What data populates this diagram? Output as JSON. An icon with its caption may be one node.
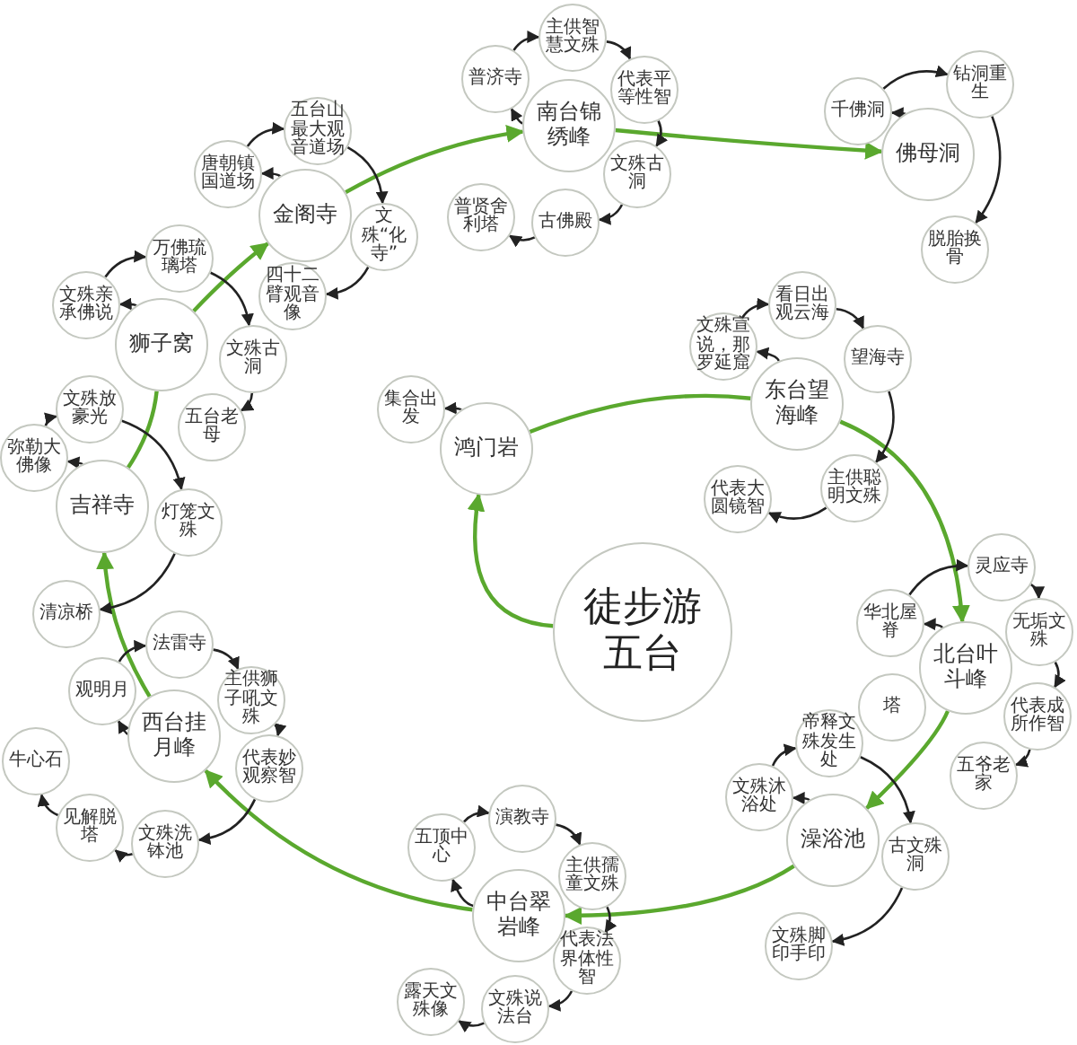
{
  "diagram": {
    "nodes": [
      {
        "text": [
          "徒步游五台"
        ]
      },
      {
        "text": [
          "鸿门岩"
        ]
      },
      {
        "text": [
          "集合出发"
        ]
      },
      {
        "text": [
          "东台望海峰"
        ]
      },
      {
        "text": [
          "文殊宣说，那罗延窟"
        ]
      },
      {
        "text": [
          "看日出观云海"
        ]
      },
      {
        "text": [
          "望海寺"
        ]
      },
      {
        "text": [
          "主供聪明文殊"
        ]
      },
      {
        "text": [
          "代表大圆镜智"
        ]
      },
      {
        "text": [
          "北台叶斗峰"
        ]
      },
      {
        "text": [
          "华北屋脊"
        ]
      },
      {
        "text": [
          "灵应寺"
        ]
      },
      {
        "text": [
          "无垢文殊"
        ]
      },
      {
        "text": [
          "代表成所作智"
        ]
      },
      {
        "text": [
          "五爷老家"
        ]
      },
      {
        "text": [
          "澡浴池"
        ]
      },
      {
        "text": [
          "文殊沐浴处"
        ]
      },
      {
        "text": [
          "塔"
        ]
      },
      {
        "text": [
          "帝释文殊发生处"
        ]
      },
      {
        "text": [
          "古文殊洞"
        ]
      },
      {
        "text": [
          "文殊脚印手印"
        ]
      },
      {
        "text": [
          "中台翠岩峰"
        ]
      },
      {
        "text": [
          "五顶中心"
        ]
      },
      {
        "text": [
          "演教寺"
        ]
      },
      {
        "text": [
          "主供孺童文殊"
        ]
      },
      {
        "text": [
          "代表法界体性智"
        ]
      },
      {
        "text": [
          "文殊说法台"
        ]
      },
      {
        "text": [
          "露天文殊像"
        ]
      },
      {
        "text": [
          "西台挂月峰"
        ]
      },
      {
        "text": [
          "观明月"
        ]
      },
      {
        "text": [
          "法雷寺"
        ]
      },
      {
        "text": [
          "主供狮子吼文殊"
        ]
      },
      {
        "text": [
          "代表妙观察智"
        ]
      },
      {
        "text": [
          "文殊洗钵池"
        ]
      },
      {
        "text": [
          "见解脱塔"
        ]
      },
      {
        "text": [
          "牛心石"
        ]
      },
      {
        "text": [
          "吉祥寺"
        ]
      },
      {
        "text": [
          "弥勒大佛像"
        ]
      },
      {
        "text": [
          "文殊放豪光"
        ]
      },
      {
        "text": [
          "灯笼文殊"
        ]
      },
      {
        "text": [
          "清凉桥"
        ]
      },
      {
        "text": [
          "狮子窝"
        ]
      },
      {
        "text": [
          "文殊亲承佛说"
        ]
      },
      {
        "text": [
          "万佛琉璃塔"
        ]
      },
      {
        "text": [
          "四十二臂观音像"
        ]
      },
      {
        "text": [
          "文殊古洞"
        ]
      },
      {
        "text": [
          "五台老母"
        ]
      },
      {
        "text": [
          "金阁寺"
        ]
      },
      {
        "text": [
          "唐朝镇国道场"
        ]
      },
      {
        "text": [
          "五台山最大观音道场"
        ]
      },
      {
        "text": [
          "文殊“化寺”"
        ]
      },
      {
        "text": [
          "南台锦绣峰"
        ]
      },
      {
        "text": [
          "普济寺"
        ]
      },
      {
        "text": [
          "主供智慧文殊"
        ]
      },
      {
        "text": [
          "代表平等性智"
        ]
      },
      {
        "text": [
          "文殊古洞"
        ]
      },
      {
        "text": [
          "古佛殿"
        ]
      },
      {
        "text": [
          "普贤舍利塔"
        ]
      },
      {
        "text": [
          "佛母洞"
        ]
      },
      {
        "text": [
          "千佛洞"
        ]
      },
      {
        "text": [
          "钻洞重生"
        ]
      },
      {
        "text": [
          "脱胎换骨"
        ]
      }
    ],
    "edges": [
      {
        "from": 0,
        "to": 1,
        "arrow": "to",
        "color": "#5aa82e"
      },
      {
        "from": 1,
        "to": 3,
        "arrow": "none",
        "color": "#5aa82e"
      },
      {
        "from": 3,
        "to": 9,
        "arrow": "to",
        "color": "#5aa82e"
      },
      {
        "from": 9,
        "to": 15,
        "arrow": "to",
        "color": "#5aa82e"
      },
      {
        "from": 15,
        "to": 21,
        "arrow": "to",
        "color": "#5aa82e"
      },
      {
        "from": 21,
        "to": 28,
        "arrow": "to",
        "color": "#5aa82e"
      },
      {
        "from": 28,
        "to": 36,
        "arrow": "to",
        "color": "#5aa82e"
      },
      {
        "from": 36,
        "to": 41,
        "arrow": "none",
        "color": "#5aa82e"
      },
      {
        "from": 41,
        "to": 47,
        "arrow": "to",
        "color": "#5aa82e"
      },
      {
        "from": 47,
        "to": 51,
        "arrow": "to",
        "color": "#5aa82e"
      },
      {
        "from": 51,
        "to": 58,
        "arrow": "to",
        "color": "#5aa82e"
      },
      {
        "from": 1,
        "to": 2,
        "arrow": "to"
      },
      {
        "from": 3,
        "to": 4,
        "arrow": "to"
      },
      {
        "from": 4,
        "to": 5,
        "arrow": "to"
      },
      {
        "from": 5,
        "to": 6,
        "arrow": "to"
      },
      {
        "from": 6,
        "to": 7,
        "arrow": "to"
      },
      {
        "from": 7,
        "to": 8,
        "arrow": "to"
      },
      {
        "from": 9,
        "to": 10,
        "arrow": "to"
      },
      {
        "from": 10,
        "to": 11,
        "arrow": "to"
      },
      {
        "from": 11,
        "to": 12,
        "arrow": "to"
      },
      {
        "from": 12,
        "to": 13,
        "arrow": "to"
      },
      {
        "from": 13,
        "to": 14,
        "arrow": "to"
      },
      {
        "from": 15,
        "to": 16,
        "arrow": "to"
      },
      {
        "from": 16,
        "to": 18,
        "arrow": "to"
      },
      {
        "from": 18,
        "to": 19,
        "arrow": "to"
      },
      {
        "from": 19,
        "to": 20,
        "arrow": "to"
      },
      {
        "from": 21,
        "to": 22,
        "arrow": "to"
      },
      {
        "from": 22,
        "to": 23,
        "arrow": "to"
      },
      {
        "from": 23,
        "to": 24,
        "arrow": "to"
      },
      {
        "from": 24,
        "to": 25,
        "arrow": "to"
      },
      {
        "from": 25,
        "to": 26,
        "arrow": "to"
      },
      {
        "from": 26,
        "to": 27,
        "arrow": "to"
      },
      {
        "from": 28,
        "to": 29,
        "arrow": "to"
      },
      {
        "from": 29,
        "to": 30,
        "arrow": "to"
      },
      {
        "from": 30,
        "to": 31,
        "arrow": "to"
      },
      {
        "from": 31,
        "to": 32,
        "arrow": "to"
      },
      {
        "from": 32,
        "to": 33,
        "arrow": "to"
      },
      {
        "from": 33,
        "to": 34,
        "arrow": "to"
      },
      {
        "from": 34,
        "to": 35,
        "arrow": "to"
      },
      {
        "from": 36,
        "to": 37,
        "arrow": "to"
      },
      {
        "from": 37,
        "to": 38,
        "arrow": "to"
      },
      {
        "from": 38,
        "to": 39,
        "arrow": "to"
      },
      {
        "from": 39,
        "to": 40,
        "arrow": "to"
      },
      {
        "from": 41,
        "to": 42,
        "arrow": "to"
      },
      {
        "from": 42,
        "to": 43,
        "arrow": "to"
      },
      {
        "from": 43,
        "to": 45,
        "arrow": "to"
      },
      {
        "from": 45,
        "to": 46,
        "arrow": "to"
      },
      {
        "from": 47,
        "to": 48,
        "arrow": "to"
      },
      {
        "from": 48,
        "to": 49,
        "arrow": "to"
      },
      {
        "from": 49,
        "to": 50,
        "arrow": "to"
      },
      {
        "from": 50,
        "to": 44,
        "arrow": "to"
      },
      {
        "from": 51,
        "to": 52,
        "arrow": "to"
      },
      {
        "from": 52,
        "to": 53,
        "arrow": "to"
      },
      {
        "from": 53,
        "to": 54,
        "arrow": "to"
      },
      {
        "from": 54,
        "to": 55,
        "arrow": "to"
      },
      {
        "from": 55,
        "to": 56,
        "arrow": "to"
      },
      {
        "from": 56,
        "to": 57,
        "arrow": "to"
      },
      {
        "from": 58,
        "to": 59,
        "arrow": "to"
      },
      {
        "from": 59,
        "to": 60,
        "arrow": "to"
      },
      {
        "from": 60,
        "to": 61,
        "arrow": "to"
      }
    ]
  }
}
